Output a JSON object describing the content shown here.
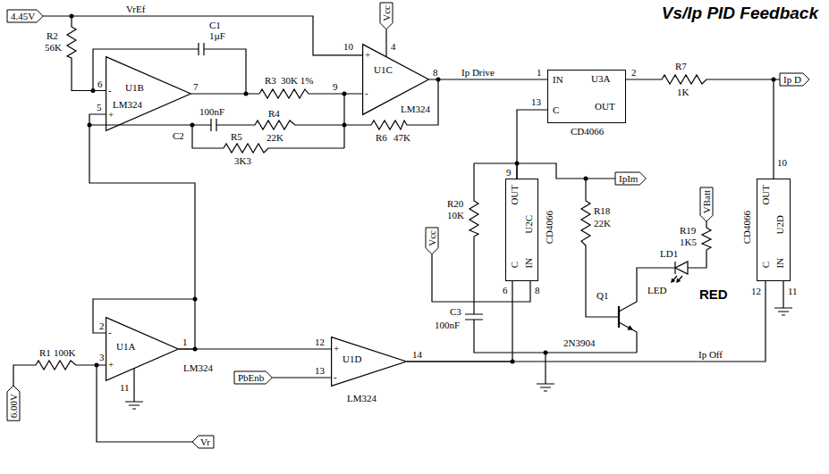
{
  "diagram": {
    "title": "Vs/Ip PID Feedback",
    "nodes": [
      {
        "text": [
          "4.45V"
        ]
      },
      {
        "text": [
          "Vcc"
        ]
      },
      {
        "text": [
          "U1B",
          "LM324"
        ]
      },
      {
        "text": [
          "U1C",
          "LM324"
        ]
      },
      {
        "text": [
          "IN",
          "U3A",
          "C",
          "OUT",
          "CD4066"
        ]
      },
      {
        "text": [
          "Ip D"
        ]
      },
      {
        "text": [
          "IpIm"
        ]
      },
      {
        "text": [
          "OUT",
          "U2C",
          "C",
          "IN",
          "CD4066"
        ]
      },
      {
        "text": [
          "VBatt"
        ]
      },
      {
        "text": [
          "OUT",
          "U2D",
          "C",
          "IN",
          "CD4066"
        ]
      },
      {
        "text": [
          "Vcc"
        ]
      },
      {
        "text": [
          "U1A",
          "LM324"
        ]
      },
      {
        "text": [
          "U1D",
          "LM324"
        ]
      },
      {
        "text": [
          "PbEnb"
        ]
      },
      {
        "text": [
          "6.00V"
        ]
      },
      {
        "text": [
          "Vr"
        ]
      }
    ],
    "edges": [
      {
        "from": 0,
        "to": 3,
        "arrow": "none",
        "label": "VrEf"
      },
      {
        "from": 1,
        "to": 3,
        "arrow": "none"
      },
      {
        "from": 3,
        "to": 4,
        "arrow": "none",
        "label": "Ip Drive"
      },
      {
        "from": 7,
        "to": 4,
        "arrow": "none"
      },
      {
        "from": 7,
        "to": 6,
        "arrow": "none"
      },
      {
        "from": 9,
        "to": 5,
        "arrow": "none"
      },
      {
        "from": 11,
        "to": 2,
        "arrow": "none"
      },
      {
        "from": 11,
        "to": 12,
        "arrow": "none"
      },
      {
        "from": 13,
        "to": 12,
        "arrow": "none"
      },
      {
        "from": 12,
        "to": 7,
        "arrow": "none"
      },
      {
        "from": 12,
        "to": 9,
        "arrow": "none",
        "label": "Ip Off"
      },
      {
        "from": 10,
        "to": 7,
        "arrow": "none"
      },
      {
        "from": 15,
        "to": 11,
        "arrow": "none"
      }
    ],
    "labels": [
      "R2",
      "56K",
      "C1",
      "1µF",
      "6",
      "5",
      "7",
      "-",
      "+",
      "R3",
      "30K 1%",
      "9",
      "10",
      "4",
      "8",
      "-",
      "+",
      "100nF",
      "C2",
      "R4",
      "22K",
      "R5",
      "3K3",
      "R6",
      "47K",
      "1",
      "13",
      "2",
      "R7",
      "1K",
      "R20",
      "10K",
      "9",
      "C3",
      "100nF",
      "6",
      "8",
      "R18",
      "22K",
      "Q1",
      "2N3904",
      "R19",
      "1K5",
      "LD1",
      "LED",
      "RED",
      "10",
      "12",
      "11",
      "2",
      "3",
      "1",
      "11",
      "-",
      "+",
      "12",
      "13",
      "14",
      "-",
      "+",
      "R1",
      "100K"
    ]
  }
}
